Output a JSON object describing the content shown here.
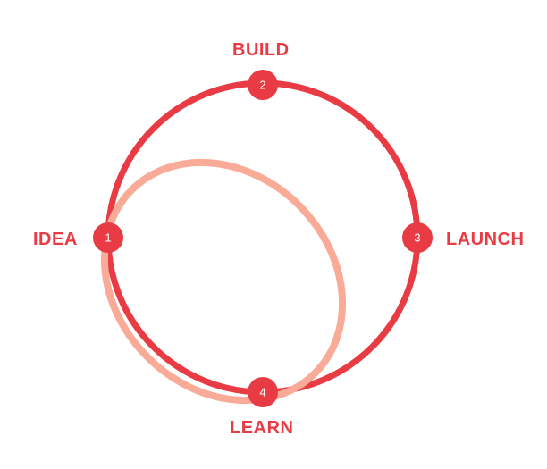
{
  "colors": {
    "cycle_ring": "#e83b43",
    "inner_loop": "#f9ab98",
    "node_fill": "#e83b43",
    "node_text": "#ffffff",
    "label_text": "#e83b43"
  },
  "stages": [
    {
      "number": "1",
      "label": "IDEA"
    },
    {
      "number": "2",
      "label": "BUILD"
    },
    {
      "number": "3",
      "label": "LAUNCH"
    },
    {
      "number": "4",
      "label": "LEARN"
    }
  ]
}
